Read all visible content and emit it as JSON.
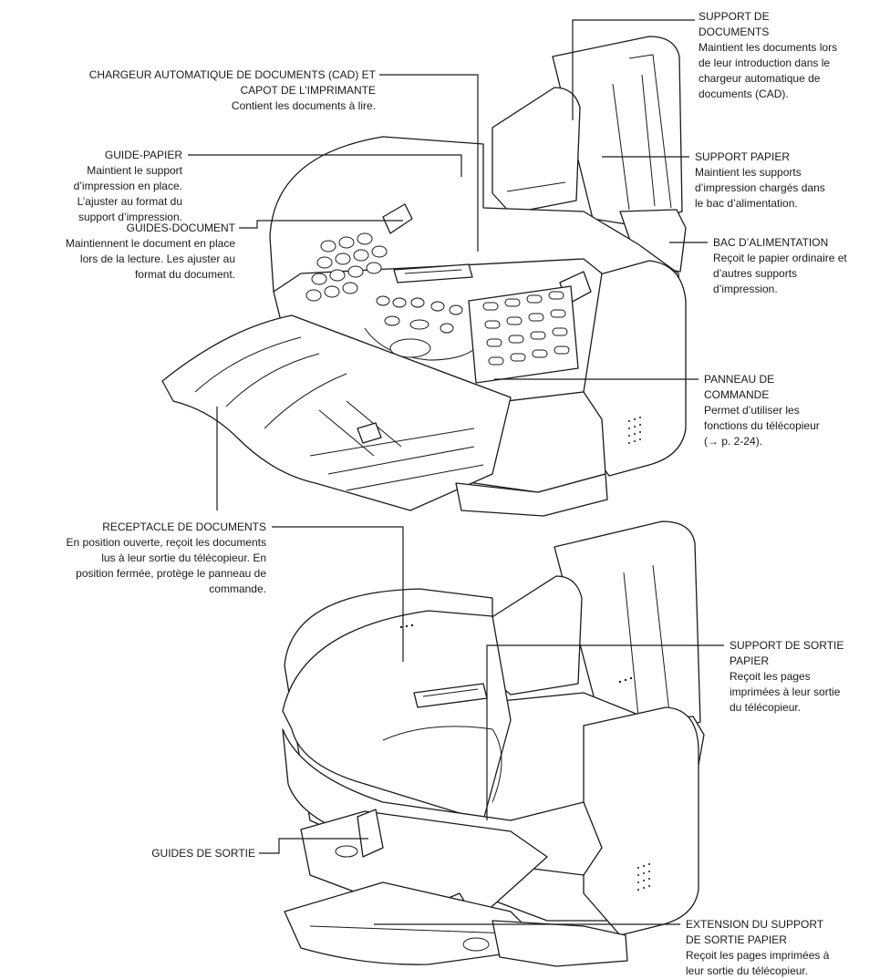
{
  "labels": {
    "cad": {
      "title": "CHARGEUR AUTOMATIQUE DE DOCUMENTS (CAD) ET CAPOT DE L’IMPRIMANTE",
      "title_line1": "CHARGEUR AUTOMATIQUE DE DOCUMENTS (CAD) ET",
      "title_line2": "CAPOT DE L’IMPRIMANTE",
      "desc": "Contient les documents à lire."
    },
    "guide_papier": {
      "title": "GUIDE-PAPIER",
      "desc_lines": [
        "Maintient le support",
        "d’impression en place.",
        "L’ajuster au format du",
        "support d’impression."
      ]
    },
    "guides_document": {
      "title": "GUIDES-DOCUMENT",
      "desc_lines": [
        "Maintiennent le document en place",
        "lors de la lecture. Les ajuster au",
        "format du document."
      ]
    },
    "support_documents": {
      "title_lines": [
        "SUPPORT DE",
        "DOCUMENTS"
      ],
      "desc_lines": [
        "Maintient les documents lors",
        "de leur introduction dans le",
        "chargeur automatique de",
        "documents (CAD)."
      ]
    },
    "support_papier": {
      "title": "SUPPORT PAPIER",
      "desc_lines": [
        "Maintient les supports",
        "d’impression chargés dans",
        "le bac d’alimentation."
      ]
    },
    "bac_alimentation": {
      "title": "BAC D’ALIMENTATION",
      "desc_lines": [
        "Reçoit le papier ordinaire et",
        "d’autres supports",
        "d’impression."
      ]
    },
    "panneau_commande": {
      "title_lines": [
        "PANNEAU DE",
        "COMMANDE"
      ],
      "desc_lines": [
        "Permet d’utiliser les",
        "fonctions du télécopieur",
        "(→ p. 2-24)."
      ]
    },
    "receptacle": {
      "title": "RECEPTACLE DE DOCUMENTS",
      "desc_lines": [
        "En position ouverte, reçoit les documents",
        "lus à leur sortie du télécopieur. En",
        "position fermée, protège le panneau de",
        "commande."
      ]
    },
    "support_sortie": {
      "title_lines": [
        "SUPPORT DE SORTIE",
        "PAPIER"
      ],
      "desc_lines": [
        "Reçoit les pages",
        "imprimées à leur sortie",
        "du télécopieur."
      ]
    },
    "guides_sortie": {
      "title": "GUIDES DE SORTIE"
    },
    "extension": {
      "title_lines": [
        "EXTENSION DU SUPPORT",
        "DE SORTIE PAPIER"
      ],
      "desc_lines": [
        "Reçoit les pages imprimées à",
        "leur sortie du télécopieur."
      ]
    }
  },
  "colors": {
    "ink": "#1a1a1a",
    "paper": "#ffffff"
  }
}
